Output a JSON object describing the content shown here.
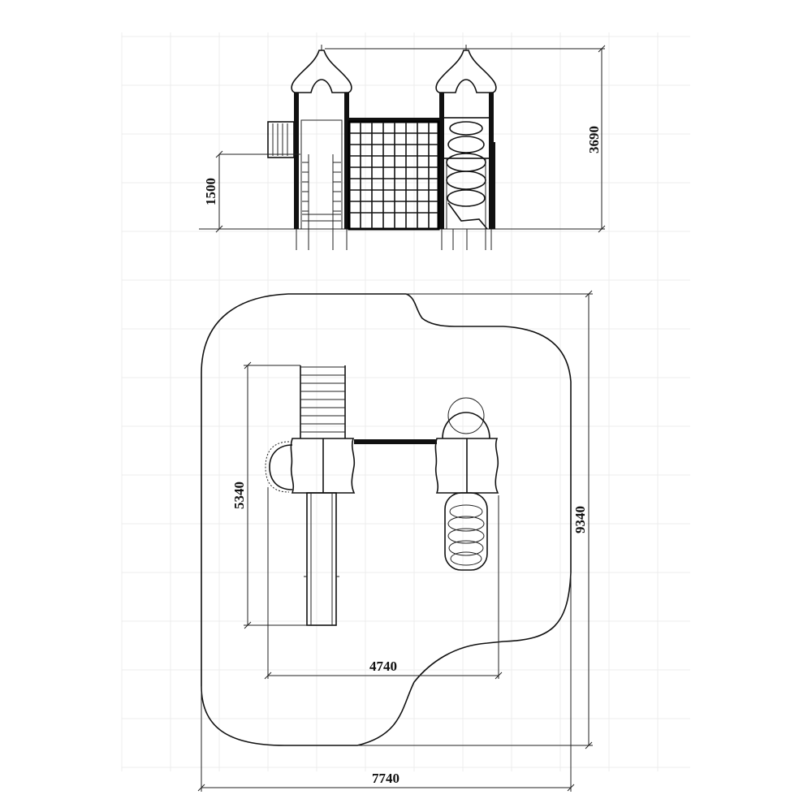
{
  "drawing": {
    "elevation_view": {
      "dimensions": {
        "overall_height": "3690",
        "platform_height": "1500"
      }
    },
    "plan_view": {
      "dimensions": {
        "safety_zone_depth": "9340",
        "safety_zone_width": "7740",
        "equipment_depth": "5340",
        "equipment_width": "4740"
      }
    }
  }
}
